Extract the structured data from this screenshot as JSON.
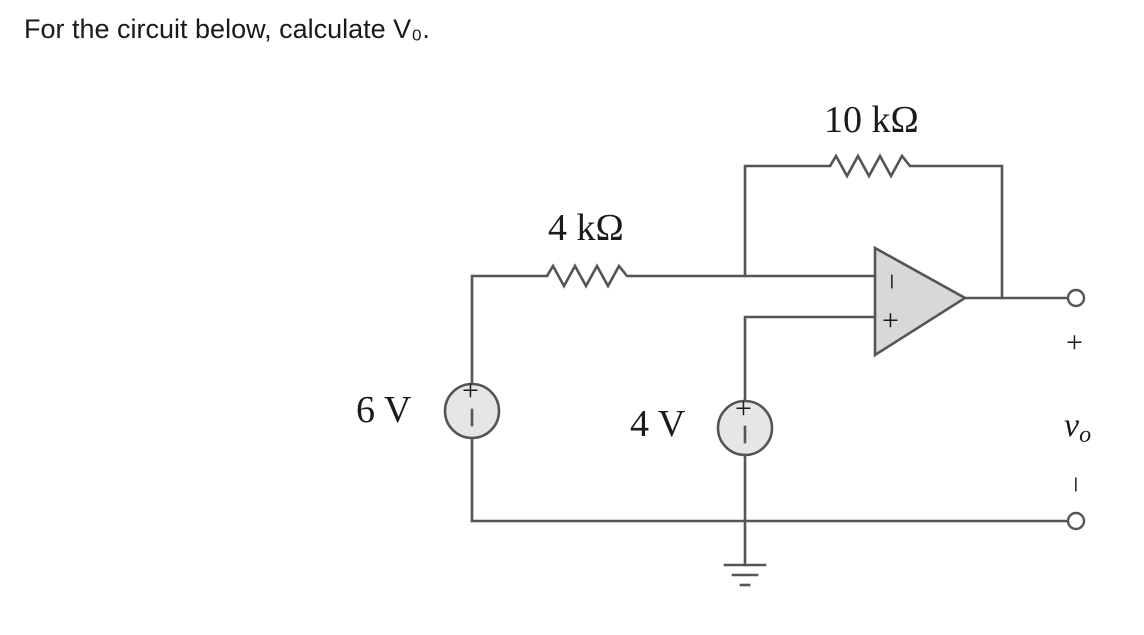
{
  "question": "For the circuit below, calculate V₀.",
  "components": {
    "r_feedback": "10 kΩ",
    "r_input": "4 kΩ",
    "source_1": "6 V",
    "source_2": "4 V"
  },
  "symbols": {
    "plus": "+",
    "minus": "−",
    "opamp_minus": "−",
    "opamp_plus": "+",
    "output_plus": "+",
    "output_minus": "−",
    "output_var": "v",
    "output_sub": "o"
  }
}
